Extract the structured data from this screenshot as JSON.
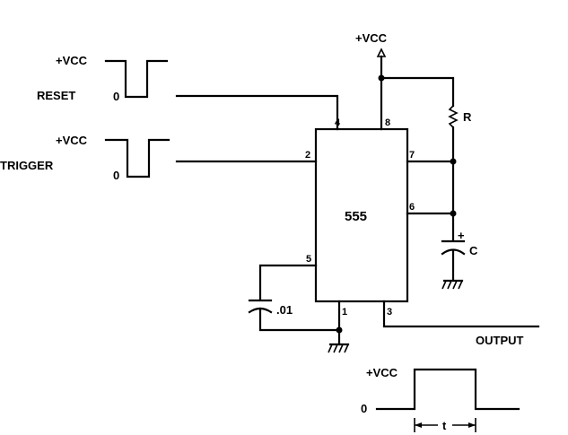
{
  "reset_input": {
    "vcc": "+VCC",
    "label": "RESET",
    "zero": "0"
  },
  "trigger_input": {
    "vcc": "+VCC",
    "label": "TRIGGER",
    "zero": "0"
  },
  "supply": {
    "label": "+VCC"
  },
  "ic": {
    "name": "555",
    "pins": {
      "reset": "4",
      "vcc": "8",
      "trigger": "2",
      "discharge": "7",
      "threshold": "6",
      "control": "5",
      "ground": "1",
      "output": "3"
    }
  },
  "components": {
    "resistor": "R",
    "capacitor": "C",
    "capacitor_plus": "+",
    "control_cap": ".01"
  },
  "output": {
    "label": "OUTPUT"
  },
  "output_pulse": {
    "vcc": "+VCC",
    "zero": "0",
    "width": "t"
  }
}
